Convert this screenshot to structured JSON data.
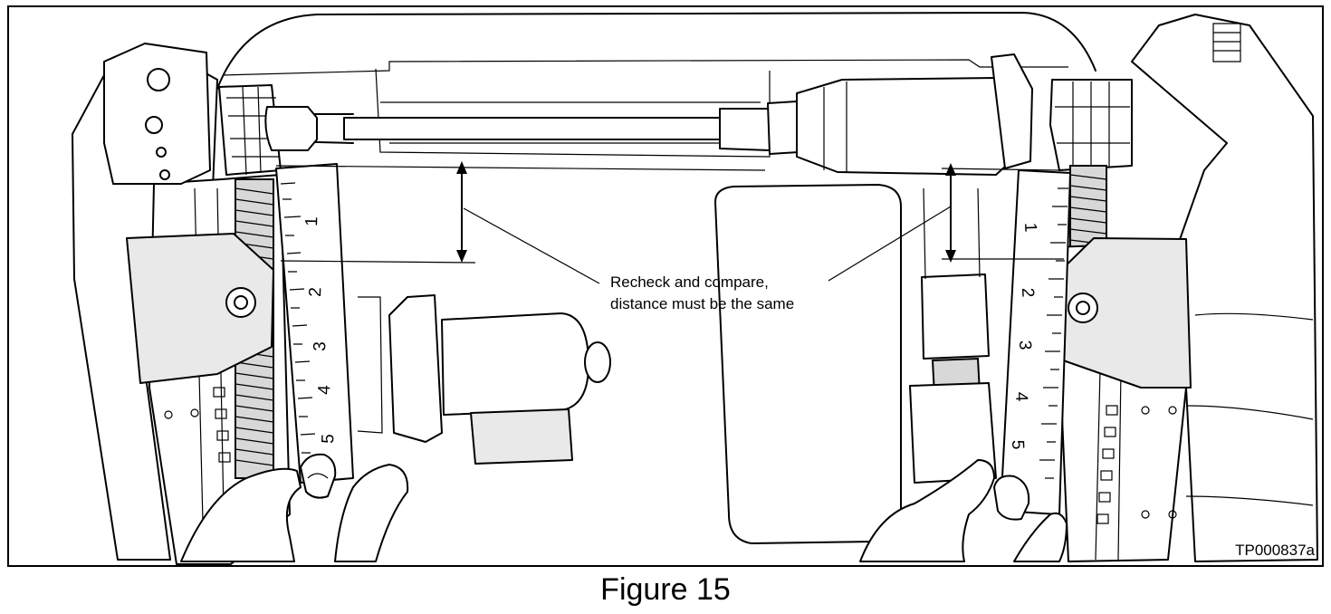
{
  "callout": {
    "line1": "Recheck and compare,",
    "line2": "distance must be the same"
  },
  "figure_id": "TP000837a",
  "caption": "Figure 15",
  "left_ruler_marks": [
    "1",
    "2",
    "3",
    "4",
    "5"
  ],
  "right_ruler_marks": [
    "1",
    "2",
    "3",
    "4",
    "5"
  ]
}
